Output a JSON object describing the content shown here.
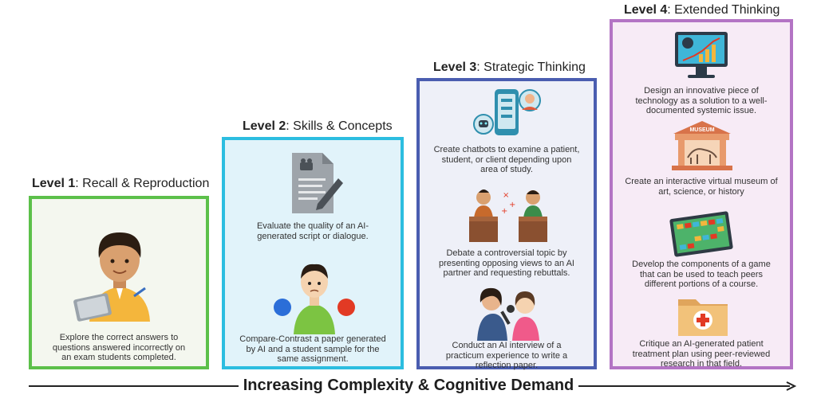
{
  "levels": [
    {
      "label": "Level 1",
      "name": ": Recall & Reproduction",
      "activities": [
        "Explore the correct answers to questions answered incorrectly on an exam students completed."
      ]
    },
    {
      "label": "Level 2",
      "name": ": Skills & Concepts",
      "activities": [
        "Evaluate the quality of an AI-generated script or dialogue.",
        "Compare-Contrast a paper generated by AI and a student sample for the same assignment."
      ]
    },
    {
      "label": "Level 3",
      "name": ": Strategic Thinking",
      "activities": [
        "Create chatbots to examine a patient, student, or client depending upon area of study.",
        "Debate a controversial topic by presenting opposing views to an AI partner and requesting rebuttals.",
        "Conduct an AI interview of a practicum experience to write a reflection paper."
      ]
    },
    {
      "label": "Level 4",
      "name": ": Extended Thinking",
      "activities": [
        "Design an innovative piece of technology as a solution to a well-documented systemic issue.",
        "Create an interactive virtual museum of art, science, or history",
        "Develop the components of a game that can be used to teach peers different portions of a course.",
        "Critique an AI-generated patient treatment plan using peer-reviewed research in that field."
      ]
    }
  ],
  "museum_sign": "MUSEUM",
  "axis_label": "Increasing Complexity & Cognitive Demand",
  "colors": {
    "level1": "#5cc04a",
    "level2": "#2cbde0",
    "level3": "#4a5db0",
    "level4": "#b374c4"
  }
}
